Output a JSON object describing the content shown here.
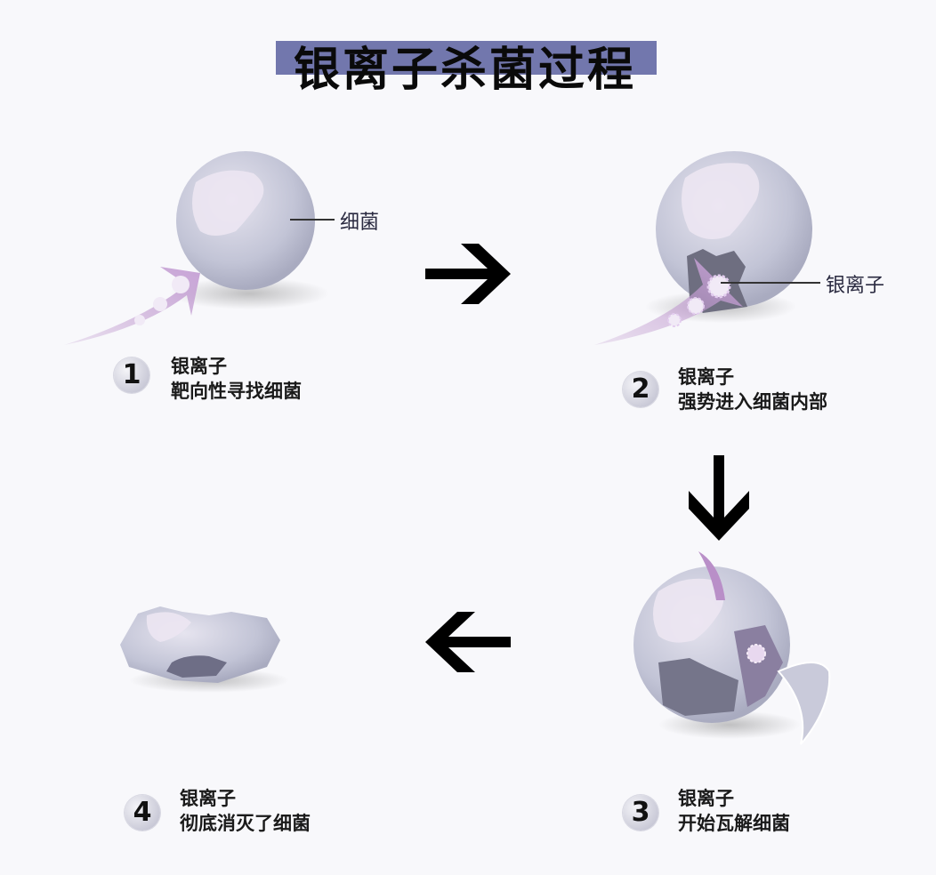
{
  "title": "银离子杀菌过程",
  "colors": {
    "title_bar": "#7277ad",
    "bacteria": "#c4c6d8",
    "ion_trail": "#b98fc8",
    "arrow": "#000000"
  },
  "labels": {
    "bacteria": "细菌",
    "silver_ion": "银离子"
  },
  "steps": [
    {
      "number": "1",
      "line1": "银离子",
      "line2": "靶向性寻找细菌"
    },
    {
      "number": "2",
      "line1": "银离子",
      "line2": "强势进入细菌内部"
    },
    {
      "number": "3",
      "line1": "银离子",
      "line2": "开始瓦解细菌"
    },
    {
      "number": "4",
      "line1": "银离子",
      "line2": "彻底消灭了细菌"
    }
  ],
  "flow_arrows": [
    "right",
    "down",
    "left"
  ]
}
